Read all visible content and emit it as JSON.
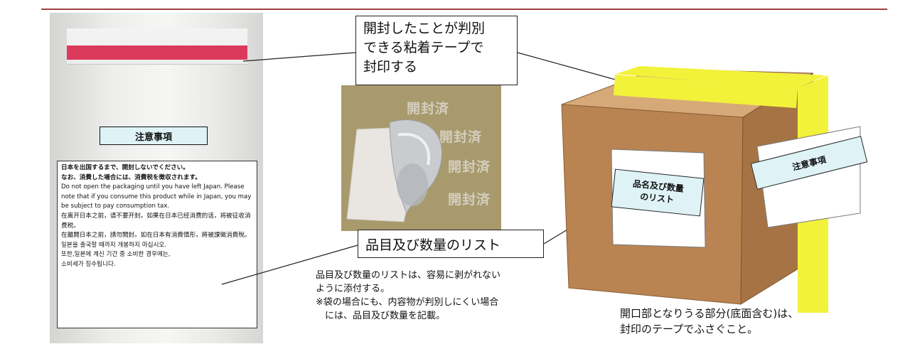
{
  "bag_notice": {
    "label": "注意事項",
    "lines_ja": "日本を出国するまで、開封しないでください。\nなお、消費した場合には、消費税を徴収されます。",
    "lines_en": "Do not open the packaging until you have left Japan. Please note that if you consume this product while in Japan, you may be subject to pay consumption tax.",
    "lines_zh_cn": "在离开日本之前，请不要开封。如果在日本已经消费的话，将被征收消费税。",
    "lines_zh_tw": "在離開日本之前，請勿開封。如在日本有消費情形，將被課徵消費稅。",
    "lines_ko": "일본을 출국할 때까지 개봉하지 마십시오.\n또한,일본에 계신 기간 중 소비한 경우에는,\n소비세가 징수됩니다."
  },
  "callouts": {
    "seal_tape": "開封したことが判別\nできる粘着テープで\n封印する",
    "item_list": "品目及び数量のリスト"
  },
  "tape_photo": {
    "sealed_text": "開封済"
  },
  "description": "品目及び数量のリストは、容易に剥がれない\nように添付する。\n※袋の場合にも、内容物が判別しにくい場合\n　には、品目及び数量を記載。",
  "box": {
    "list_label": "品名及び数量\nのリスト",
    "notice_label": "注意事項"
  },
  "bottom_note": "開口部となりうる部分(底面含む)は、\n封印のテープでふさぐこと。",
  "colors": {
    "bag_strip": "#dc3a5c",
    "tape_yellow": "#f2f23a",
    "box_front": "#b98451",
    "box_side": "#a67444",
    "box_top": "#d6aa78",
    "label_fill": "#dff3f7",
    "tape_photo_bg": "#a89a6c"
  }
}
